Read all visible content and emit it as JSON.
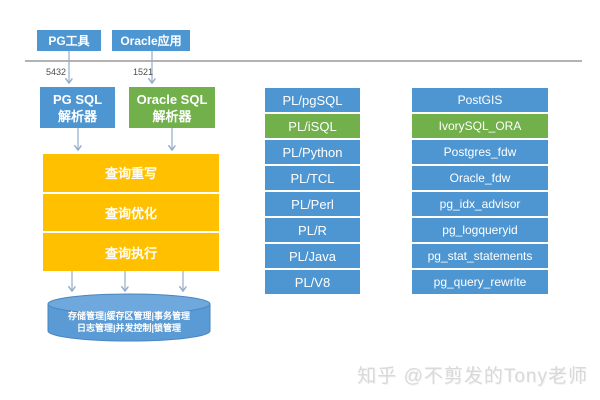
{
  "clients": {
    "pg_tools": {
      "label": "PG工具",
      "port": "5432"
    },
    "oracle_app": {
      "label": "Oracle应用",
      "port": "1521"
    }
  },
  "parsers": {
    "pg": {
      "line1": "PG SQL",
      "line2": "解析器"
    },
    "oracle": {
      "line1": "Oracle SQL",
      "line2": "解析器"
    }
  },
  "query_engine": {
    "rows": [
      "查询重写",
      "查询优化",
      "查询执行"
    ]
  },
  "storage_db": {
    "line1": "存储管理|缓存区管理|事务管理",
    "line2": "日志管理|并发控制|锁管理"
  },
  "pl_languages": {
    "items": [
      {
        "label": "PL/pgSQL",
        "highlight": false
      },
      {
        "label": "PL/iSQL",
        "highlight": true
      },
      {
        "label": "PL/Python",
        "highlight": false
      },
      {
        "label": "PL/TCL",
        "highlight": false
      },
      {
        "label": "PL/Perl",
        "highlight": false
      },
      {
        "label": "PL/R",
        "highlight": false
      },
      {
        "label": "PL/Java",
        "highlight": false
      },
      {
        "label": "PL/V8",
        "highlight": false
      }
    ]
  },
  "extensions": {
    "items": [
      {
        "label": "PostGIS",
        "highlight": false
      },
      {
        "label": "IvorySQL_ORA",
        "highlight": true
      },
      {
        "label": "Postgres_fdw",
        "highlight": false
      },
      {
        "label": "Oracle_fdw",
        "highlight": false
      },
      {
        "label": "pg_idx_advisor",
        "highlight": false
      },
      {
        "label": "pg_logqueryid",
        "highlight": false
      },
      {
        "label": "pg_stat_statements",
        "highlight": false
      },
      {
        "label": "pg_query_rewrite",
        "highlight": false
      }
    ]
  },
  "watermark": {
    "text": "知乎 @不剪发的Tony老师"
  },
  "colors": {
    "box_blue": "#4D96D2",
    "highlight_green": "#72B04B",
    "engine_orange": "#FFC000",
    "cylinder_blue": "#5B9BD5",
    "cylinder_top_blue": "#6FA8DC",
    "arrow": "#93ACCB",
    "separator_line": "#858585",
    "watermark_gray": "#D9D9D9"
  }
}
